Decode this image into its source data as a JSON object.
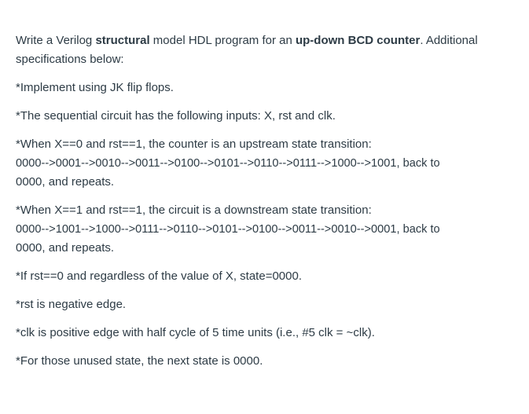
{
  "intro": {
    "t1": "Write a Verilog ",
    "b1": "structural",
    "t2": " model HDL program for an ",
    "b2": "up-down BCD counter",
    "t3": ".  Additional specifications below:"
  },
  "specs": {
    "jk": "*Implement using JK flip flops.",
    "inputs": "*The sequential circuit has the following inputs: X, rst and clk.",
    "up_header": "*When X==0 and rst==1, the counter is an upstream state transition:",
    "up_sequence": "0000-->0001-->0010-->0011-->0100-->0101-->0110-->0111-->1000-->1001, back to",
    "up_tail": "0000, and repeats.",
    "down_header": "*When X==1 and rst==1, the circuit is a downstream state transition:",
    "down_sequence": "0000-->1001-->1000-->0111-->0110-->0101-->0100-->0011-->0010-->0001, back to",
    "down_tail": "0000, and repeats.",
    "reset": "*If rst==0 and regardless of the value of X, state=0000.",
    "rst_edge": "*rst is negative edge.",
    "clk": "*clk is positive edge with half cycle of 5 time units (i.e., #5 clk = ~clk).",
    "unused": "*For those unused state, the next state is 0000."
  }
}
